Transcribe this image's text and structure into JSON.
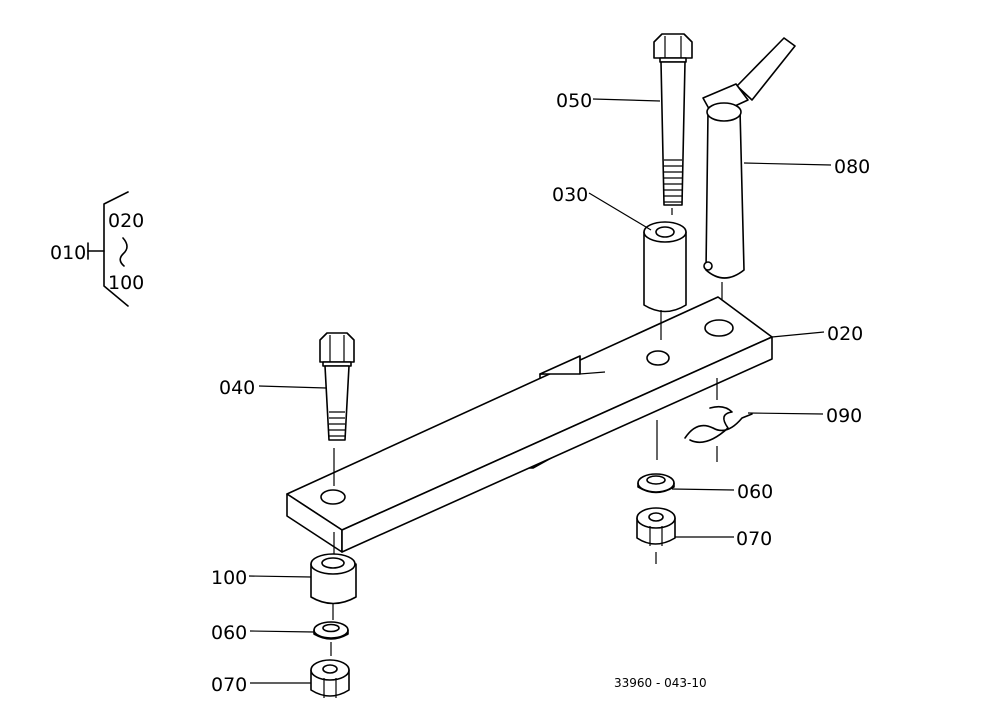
{
  "labels": {
    "assembly": "010",
    "range_start": "020",
    "range_end": "100",
    "bolt_long": "050",
    "collar_top": "030",
    "pin": "080",
    "bar": "020",
    "clip": "090",
    "washer_right": "060",
    "nut_right": "070",
    "bolt_short": "040",
    "collar_bottom": "100",
    "washer_left": "060",
    "nut_left": "070"
  },
  "drawing_code": "33960 - 043-10"
}
